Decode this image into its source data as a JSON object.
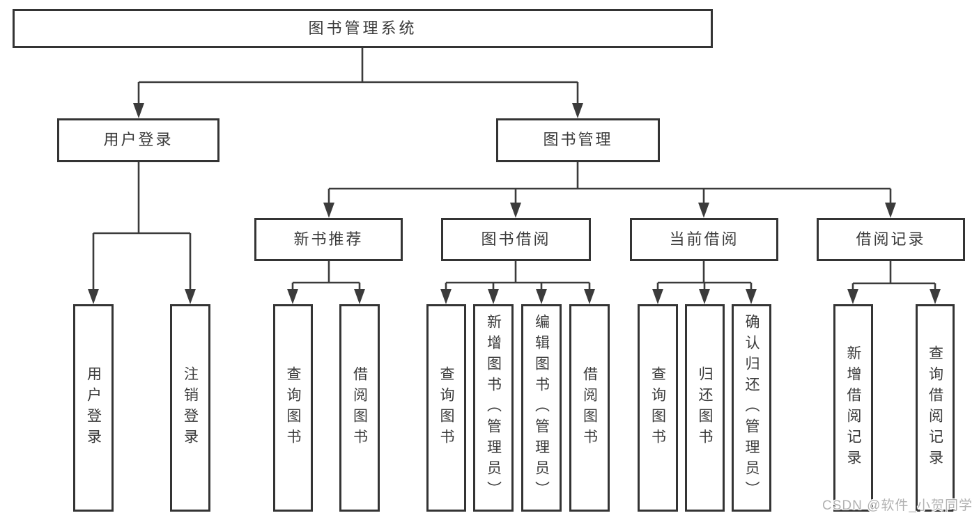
{
  "tree": {
    "label": "图书管理系统",
    "children": [
      {
        "label": "用户登录",
        "children": [
          {
            "label": "用户登录"
          },
          {
            "label": "注销登录"
          }
        ]
      },
      {
        "label": "图书管理",
        "children": [
          {
            "label": "新书推荐",
            "children": [
              {
                "label": "查询图书"
              },
              {
                "label": "借阅图书"
              }
            ]
          },
          {
            "label": "图书借阅",
            "children": [
              {
                "label": "查询图书"
              },
              {
                "label": "新增图书（管理员）"
              },
              {
                "label": "编辑图书（管理员）"
              },
              {
                "label": "借阅图书"
              }
            ]
          },
          {
            "label": "当前借阅",
            "children": [
              {
                "label": "查询图书"
              },
              {
                "label": "归还图书"
              },
              {
                "label": "确认归还（管理员）"
              }
            ]
          },
          {
            "label": "借阅记录",
            "children": [
              {
                "label": "新增借阅记录"
              },
              {
                "label": "查询借阅记录"
              }
            ]
          }
        ]
      }
    ]
  },
  "watermark": {
    "text": "CSDN @软件_小贺同学"
  },
  "colors": {
    "line": "#3b3b3b",
    "border": "#343434",
    "text": "#3a3a3a",
    "watermark": "#b2b2b2",
    "background": "#ffffff"
  }
}
